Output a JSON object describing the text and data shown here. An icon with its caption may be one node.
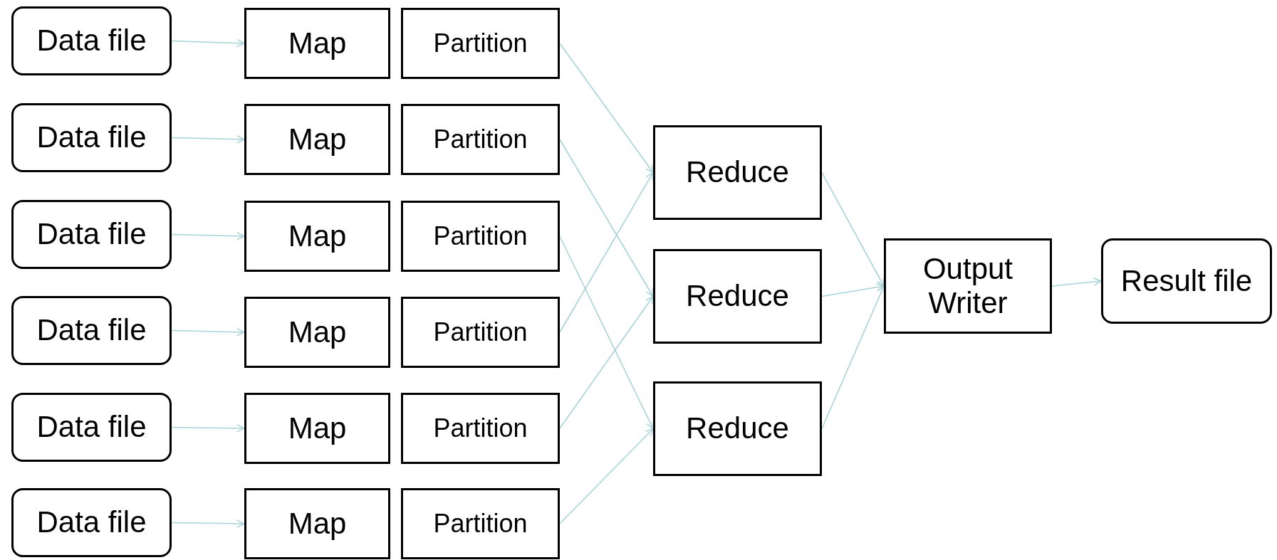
{
  "diagram": {
    "nodes": [
      {
        "text": [
          "Data file"
        ]
      },
      {
        "text": [
          "Data file"
        ]
      },
      {
        "text": [
          "Data file"
        ]
      },
      {
        "text": [
          "Data file"
        ]
      },
      {
        "text": [
          "Data file"
        ]
      },
      {
        "text": [
          "Data file"
        ]
      },
      {
        "text": [
          "Map"
        ]
      },
      {
        "text": [
          "Map"
        ]
      },
      {
        "text": [
          "Map"
        ]
      },
      {
        "text": [
          "Map"
        ]
      },
      {
        "text": [
          "Map"
        ]
      },
      {
        "text": [
          "Map"
        ]
      },
      {
        "text": [
          "Partition"
        ]
      },
      {
        "text": [
          "Partition"
        ]
      },
      {
        "text": [
          "Partition"
        ]
      },
      {
        "text": [
          "Partition"
        ]
      },
      {
        "text": [
          "Partition"
        ]
      },
      {
        "text": [
          "Partition"
        ]
      },
      {
        "text": [
          "Reduce"
        ]
      },
      {
        "text": [
          "Reduce"
        ]
      },
      {
        "text": [
          "Reduce"
        ]
      },
      {
        "text": [
          "Output Writer"
        ]
      },
      {
        "text": [
          "Result file"
        ]
      }
    ],
    "edges": [
      {
        "from": 0,
        "to": 6,
        "arrow": "to"
      },
      {
        "from": 1,
        "to": 7,
        "arrow": "to"
      },
      {
        "from": 2,
        "to": 8,
        "arrow": "to"
      },
      {
        "from": 3,
        "to": 9,
        "arrow": "to"
      },
      {
        "from": 4,
        "to": 10,
        "arrow": "to"
      },
      {
        "from": 5,
        "to": 11,
        "arrow": "to"
      },
      {
        "from": 12,
        "to": 18,
        "arrow": "to"
      },
      {
        "from": 13,
        "to": 19,
        "arrow": "to"
      },
      {
        "from": 14,
        "to": 20,
        "arrow": "to"
      },
      {
        "from": 15,
        "to": 18,
        "arrow": "to"
      },
      {
        "from": 16,
        "to": 19,
        "arrow": "to"
      },
      {
        "from": 17,
        "to": 20,
        "arrow": "to"
      },
      {
        "from": 18,
        "to": 21,
        "arrow": "to"
      },
      {
        "from": 19,
        "to": 21,
        "arrow": "to"
      },
      {
        "from": 20,
        "to": 21,
        "arrow": "to"
      },
      {
        "from": 21,
        "to": 22,
        "arrow": "to"
      }
    ]
  }
}
